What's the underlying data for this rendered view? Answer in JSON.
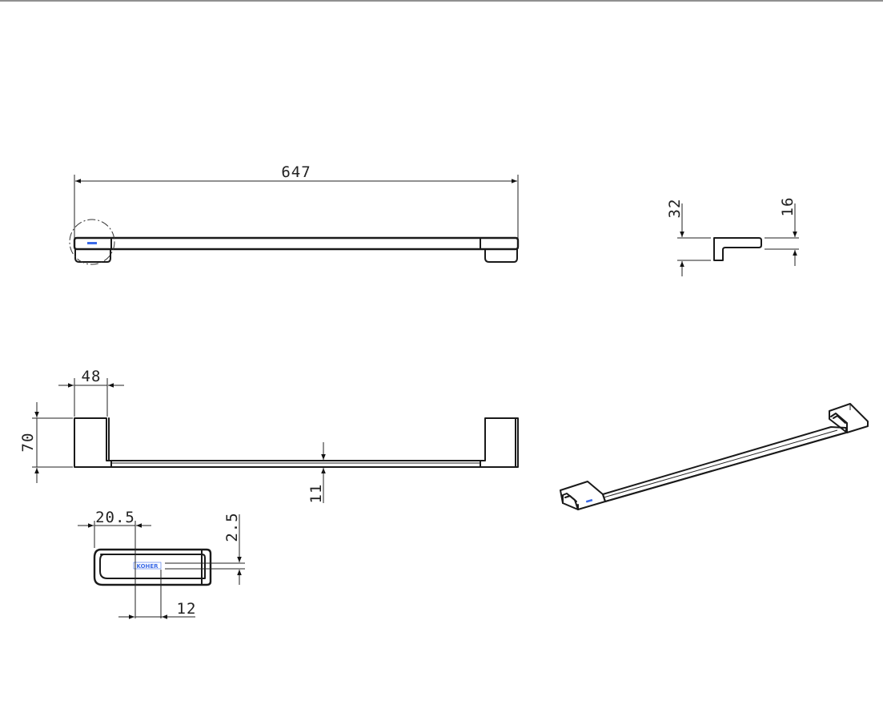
{
  "dimensions": {
    "overall_length": "647",
    "height_top": "32",
    "thickness_top": "16",
    "bracket_width": "48",
    "total_height": "70",
    "bar_thickness": "11",
    "bracket_depth": "20.5",
    "step": "2.5",
    "bar_offset": "12"
  },
  "logo": {
    "text": "KOHER",
    "color": "#3a6ae8"
  }
}
